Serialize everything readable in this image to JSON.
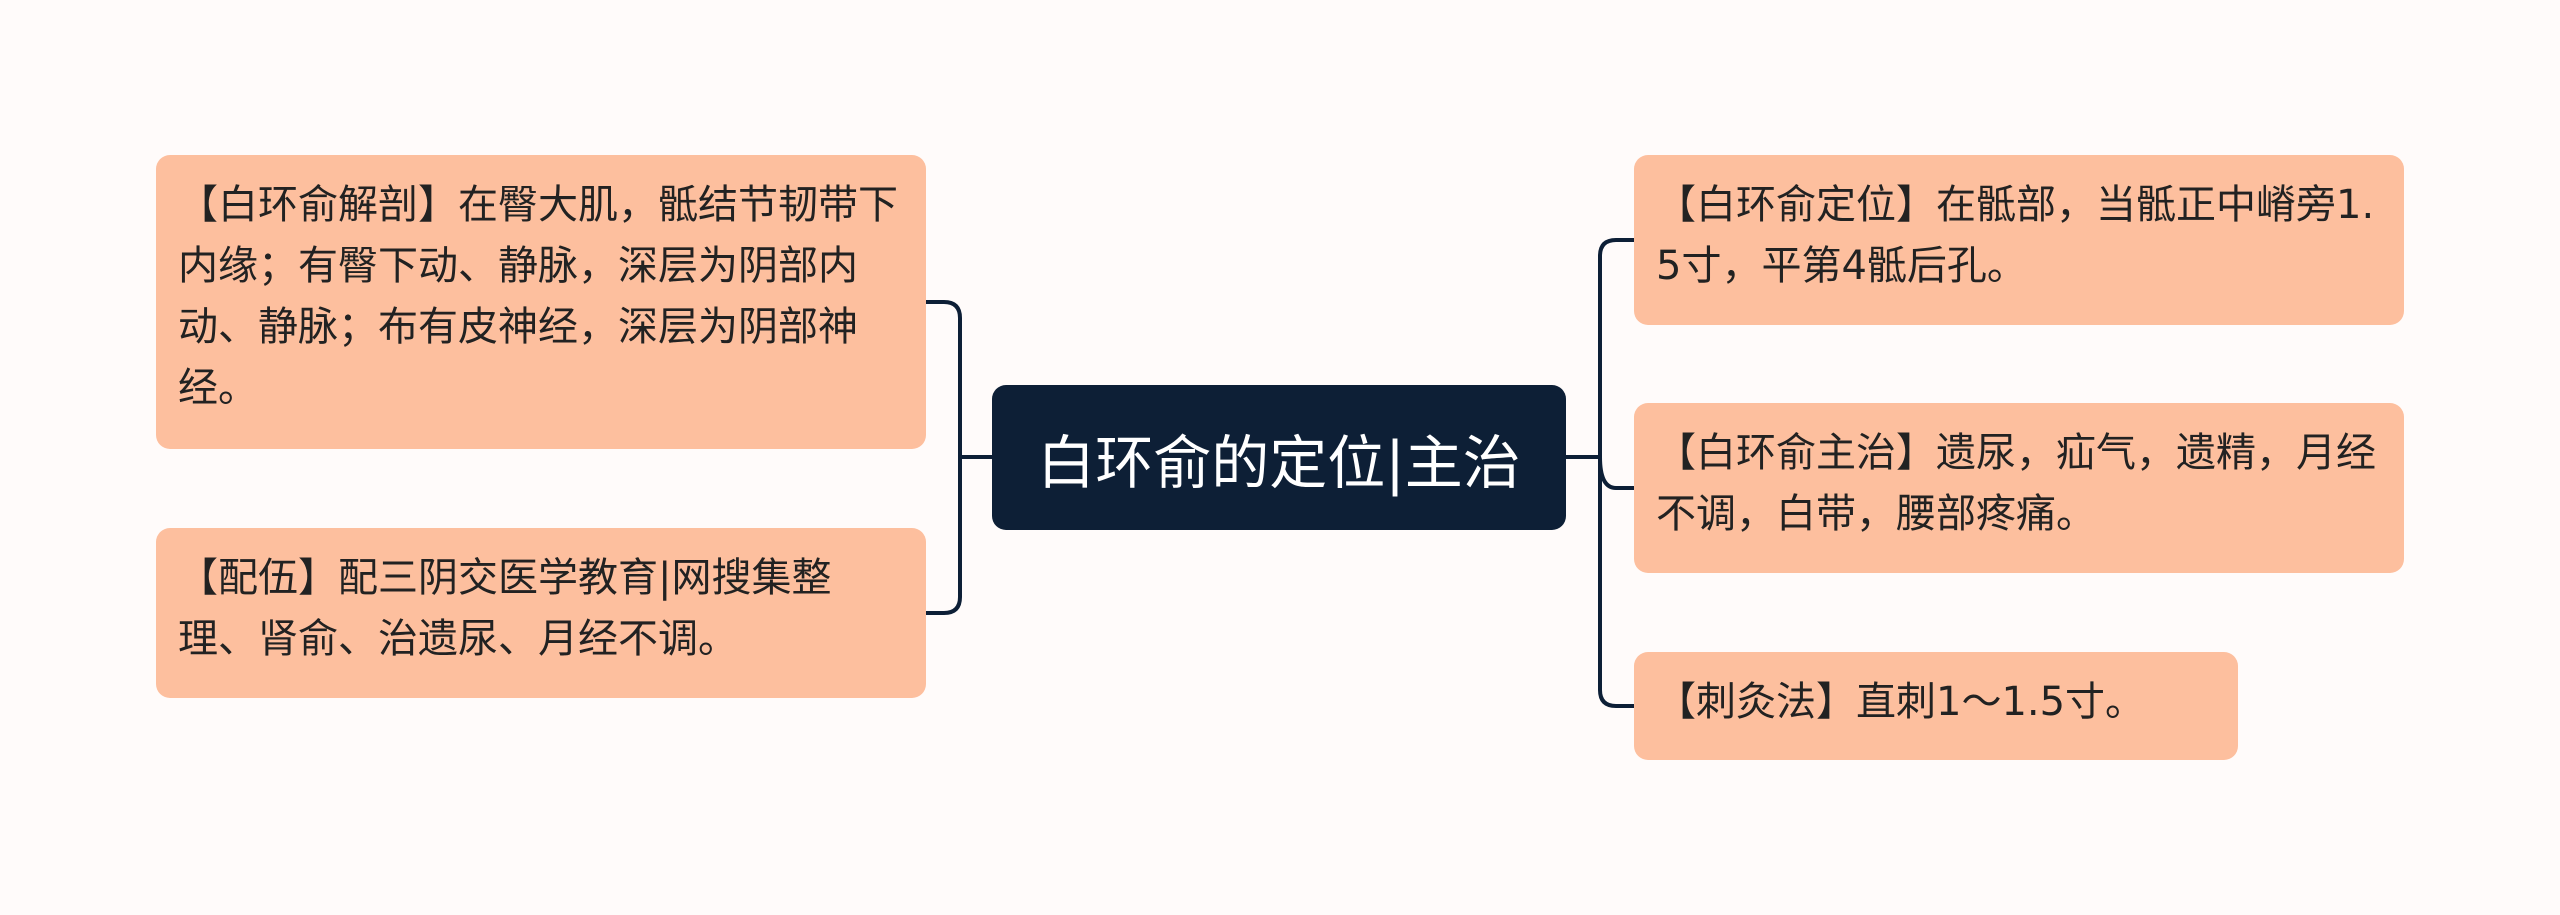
{
  "mindmap": {
    "center": {
      "label": "白环俞的定位|主治"
    },
    "left_branches": [
      {
        "text": "【白环俞解剖】在臀大肌，骶结节韧带下内缘；有臀下动、静脉，深层为阴部内动、静脉；布有皮神经，深层为阴部神经。"
      },
      {
        "text": "【配伍】配三阴交医学教育|网搜集整理、肾俞、治遗尿、月经不调。"
      }
    ],
    "right_branches": [
      {
        "text": "【白环俞定位】在骶部，当骶正中嵴旁1.5寸，平第4骶后孔。"
      },
      {
        "text": "【白环俞主治】遗尿，疝气，遗精，月经不调，白带，腰部疼痛。"
      },
      {
        "text": "【刺灸法】直刺1～1.5寸。"
      }
    ]
  },
  "colors": {
    "background": "#fffbfa",
    "center_fill": "#0d1f36",
    "center_text": "#ffffff",
    "node_fill": "#fdbf9e",
    "node_text": "#222222",
    "connector": "#0d1f36"
  }
}
